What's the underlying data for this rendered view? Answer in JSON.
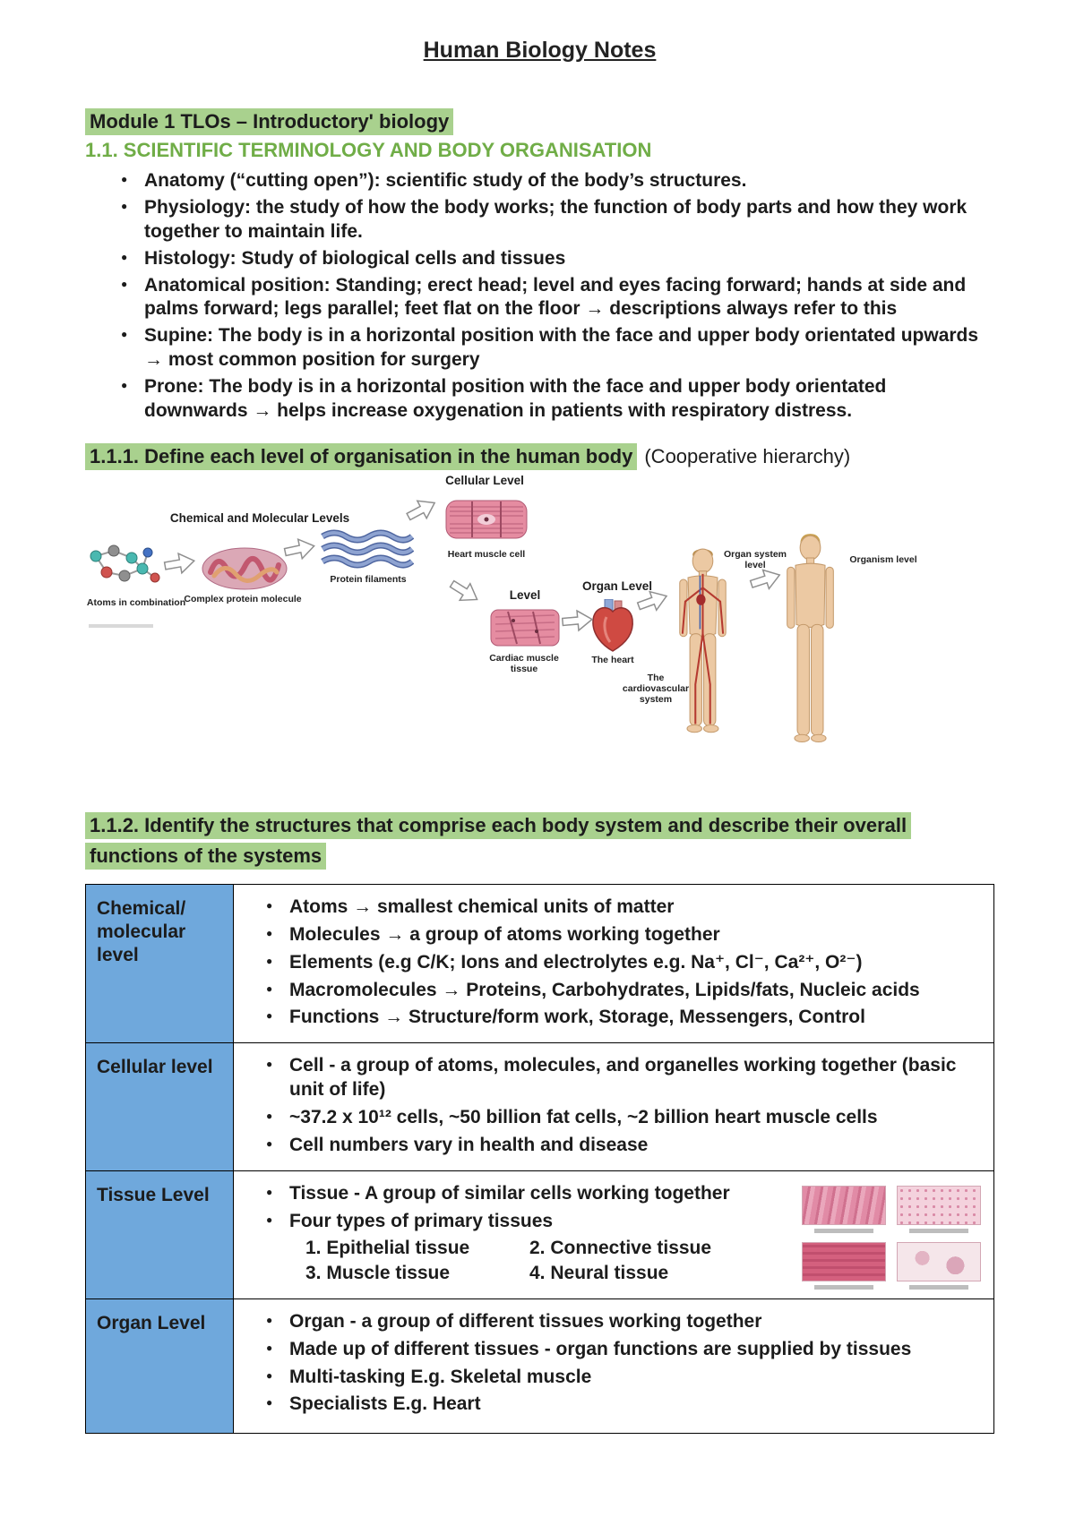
{
  "title": "Human Biology Notes",
  "module_heading": "Module 1 TLOs – Introductory' biology",
  "section11": {
    "heading": "1.1. SCIENTIFIC TERMINOLOGY AND BODY ORGANISATION",
    "bullets": [
      "Anatomy (“cutting open”): scientific study of the body’s structures.",
      "Physiology: the study of how the body works; the function of body parts and how they work together to maintain life.",
      "Histology: Study of biological cells and tissues",
      "Anatomical position: Standing; erect head; level and eyes facing forward; hands at side and palms forward; legs parallel; feet flat on the floor → descriptions always refer to this",
      "Supine: The body is in a horizontal position with the face and upper body orientated upwards → most common position for surgery",
      "Prone: The body is in a horizontal position with the face and upper body orientated downwards → helps increase oxygenation in patients with respiratory distress."
    ]
  },
  "section111": {
    "heading_highlight": "1.1.1. Define each level of organisation in the human body",
    "heading_suffix": "(Cooperative hierarchy)"
  },
  "diagram": {
    "chemical_level_label": "Chemical and Molecular Levels",
    "cellular_level_label": "Cellular Level",
    "heart_muscle_cell_caption": "Heart muscle cell",
    "atoms_caption": "Atoms in combination",
    "complex_protein_caption": "Complex protein molecule",
    "protein_filaments_caption": "Protein filaments",
    "tissue_level_label": "Level",
    "cardiac_muscle_tissue_caption": "Cardiac muscle tissue",
    "organ_level_label": "Organ Level",
    "heart_caption": "The heart",
    "cardiovascular_caption": "The cardiovascular system",
    "organ_system_level_label": "Organ system level",
    "organism_level_label": "Organism level"
  },
  "section112": {
    "heading": "1.1.2. Identify the structures that comprise each body system and describe their overall functions of the systems"
  },
  "table": {
    "rows": [
      {
        "label": "Chemical/ molecular level",
        "bullets": [
          "Atoms → smallest chemical units of matter",
          "Molecules → a group of atoms working together",
          "Elements (e.g C/K; Ions and electrolytes e.g. Na⁺, Cl⁻, Ca²⁺, O²⁻)",
          "Macromolecules → Proteins, Carbohydrates, Lipids/fats, Nucleic acids",
          "Functions → Structure/form work, Storage, Messengers, Control"
        ]
      },
      {
        "label": "Cellular level",
        "bullets": [
          "Cell - a group of atoms, molecules, and organelles working together (basic unit of life)",
          "~37.2 x 10¹² cells, ~50 billion fat cells, ~2 billion heart muscle cells",
          "Cell numbers vary in health and disease"
        ]
      },
      {
        "label": "Tissue Level",
        "bullets": [
          "Tissue - A group of similar cells working together",
          "Four types of primary tissues"
        ],
        "numbered": [
          "1. Epithelial tissue",
          "2. Connective tissue",
          "3. Muscle tissue",
          "4. Neural tissue"
        ]
      },
      {
        "label": "Organ Level",
        "bullets": [
          "Organ - a group of different tissues working together",
          "Made up of different tissues - organ functions are supplied by tissues",
          "Multi-tasking E.g. Skeletal muscle",
          "Specialists E.g. Heart"
        ]
      }
    ]
  },
  "colors": {
    "highlight_green": "#A9D18E",
    "heading_green": "#70AD47",
    "table_blue": "#6FA8DC"
  }
}
